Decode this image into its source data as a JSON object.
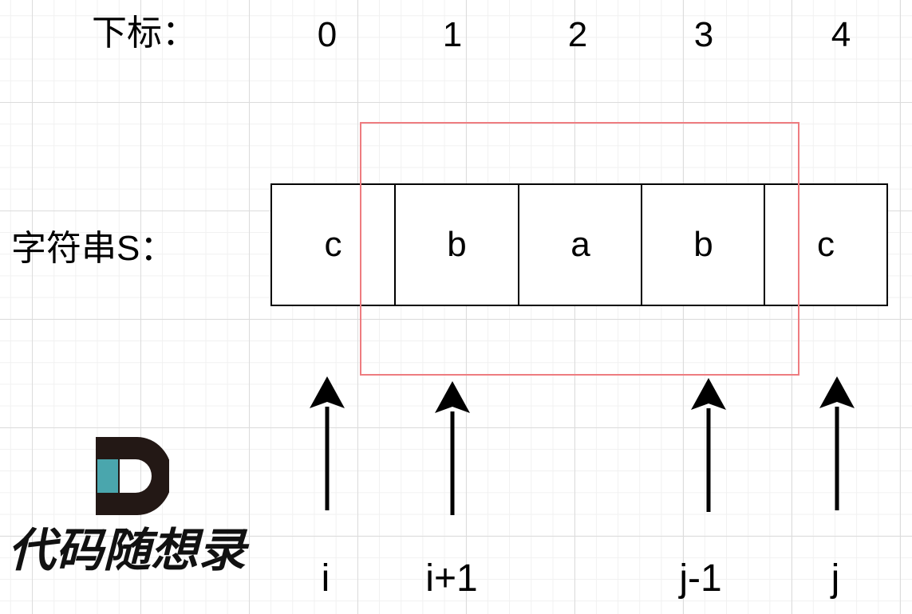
{
  "index_row": {
    "label": "下标：",
    "values": [
      "0",
      "1",
      "2",
      "3",
      "4"
    ]
  },
  "string_row": {
    "label": "字符串S：",
    "chars": [
      "c",
      "b",
      "a",
      "b",
      "c"
    ]
  },
  "pointers": [
    "i",
    "i+1",
    "j-1",
    "j"
  ],
  "logo": {
    "text": "代码随想录"
  },
  "colors": {
    "highlight_border": "#ee7c80",
    "logo_teal": "#4aa6ad",
    "logo_dark": "#231815",
    "grid_line": "#dcdcdc"
  }
}
